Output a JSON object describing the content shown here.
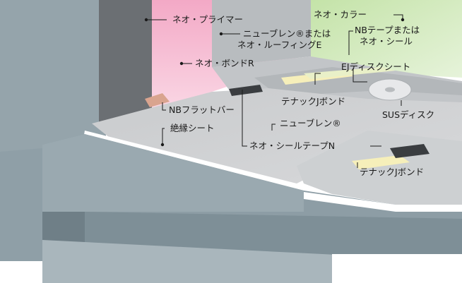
{
  "labels": {
    "neo_primer": "ネオ・プライマー",
    "neo_color": "ネオ・カラー",
    "neoprene_or_line1": "ニューブレン®または",
    "neoprene_or_line2": "ネオ・ルーフィングE",
    "nb_tape_line1": "NBテープまたは",
    "nb_tape_line2": "ネオ・シール",
    "neo_bond_r": "ネオ・ボンドR",
    "ej_disc_sheet": "EJディスクシート",
    "tenack_j_bond_upper": "テナックJボンド",
    "sus_disc": "SUSディスク",
    "nb_flat_bar": "NBフラットバー",
    "neoprene": "ニューブレン®",
    "insulation_sheet": "絶縁シート",
    "neo_seal_tape_n": "ネオ・シールテープN",
    "tenack_j_bond_lower": "テナックJボンド"
  },
  "colors": {
    "primer_wall": "#f7b8cf",
    "color_coat": "#cfe8b8",
    "neoprene_surface": "#cfd1d3",
    "concrete": "#7e8f97",
    "bond_tape": "#f6efba",
    "seal_tape": "#3a3d40",
    "flat_bar": "#d9a48f"
  }
}
